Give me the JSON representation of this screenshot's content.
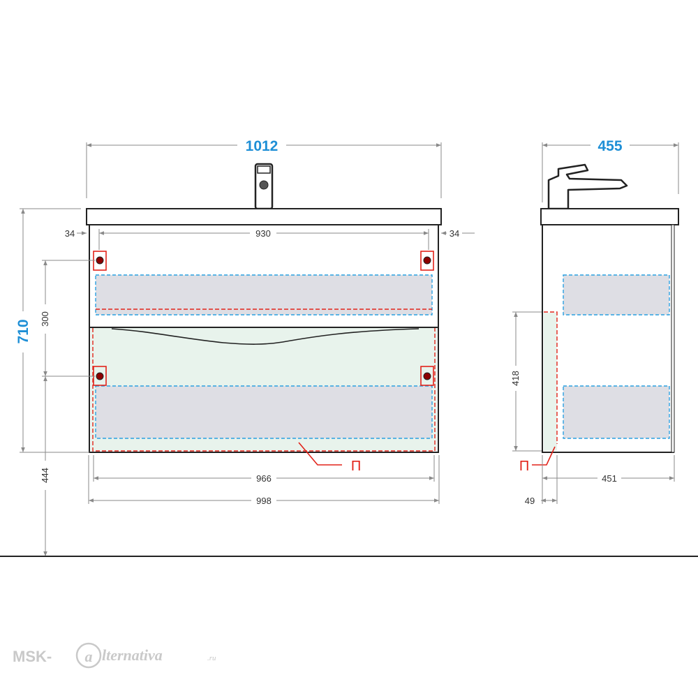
{
  "colors": {
    "dimension_blue": "#1e8fd6",
    "drawer_dash_blue": "#2aa0e0",
    "marker_red": "#e2231a",
    "line_gray": "#8a8a8a",
    "outline": "#222222",
    "drawer_fill": "#dedee4",
    "facade_fill": "#e8f3ec",
    "watermark": "#c9c9c9"
  },
  "front_view": {
    "overall_width": "1012",
    "overall_height": "710",
    "inner_span": "930",
    "left_offset": "34",
    "right_offset": "34",
    "mount_spacing": "300",
    "floor_height": "444",
    "cabinet_inner_width": "966",
    "cabinet_width": "998",
    "marker": "П"
  },
  "side_view": {
    "overall_depth": "455",
    "service_zone_height": "418",
    "cabinet_depth": "451",
    "wall_gap": "49",
    "marker": "П"
  },
  "watermark": {
    "prefix": "MSK-",
    "script_letter": "a",
    "script_rest": "lternativa",
    "suffix": ".ru"
  }
}
